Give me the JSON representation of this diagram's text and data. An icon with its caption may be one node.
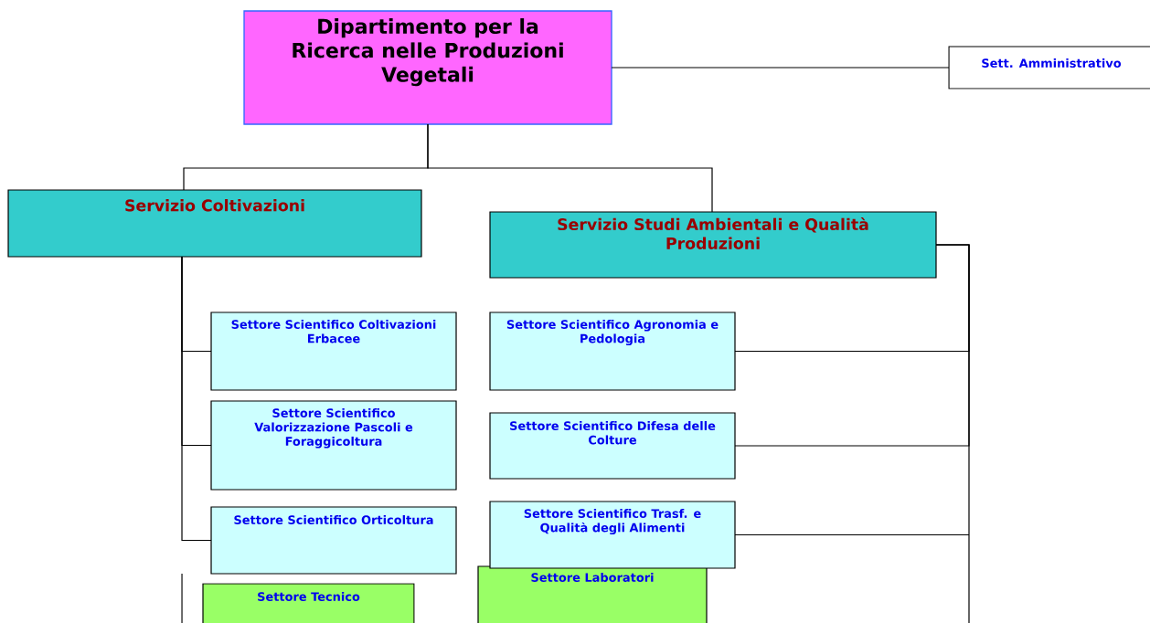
{
  "diagram": {
    "nodes": [
      {
        "text": [
          "Dipartimento per la Ricerca nelle Produzioni Vegetali"
        ]
      },
      {
        "text": [
          "Sett. Amministrativo"
        ]
      },
      {
        "text": [
          "Servizio Coltivazioni"
        ]
      },
      {
        "text": [
          "Servizio Studi Ambientali e Qualità Produzioni"
        ]
      },
      {
        "text": [
          "Settore Scientifico Coltivazioni Erbacee"
        ]
      },
      {
        "text": [
          "Settore Scientifico Valorizzazione Pascoli e Foraggicoltura"
        ]
      },
      {
        "text": [
          "Settore Scientifico Orticoltura"
        ]
      },
      {
        "text": [
          "Settore Tecnico"
        ]
      },
      {
        "text": [
          "Settore Scientifico Agronomia e Pedologia"
        ]
      },
      {
        "text": [
          "Settore Scientifico Difesa delle Colture"
        ]
      },
      {
        "text": [
          "Settore Scientifico Trasf. e Qualità degli Alimenti"
        ]
      },
      {
        "text": [
          "Settore Laboratori"
        ]
      }
    ],
    "edges": [
      {
        "from": 0,
        "to": 1,
        "arrow": "none"
      },
      {
        "from": 0,
        "to": 2,
        "arrow": "none"
      },
      {
        "from": 0,
        "to": 3,
        "arrow": "none"
      },
      {
        "from": 2,
        "to": 4,
        "arrow": "none"
      },
      {
        "from": 2,
        "to": 5,
        "arrow": "none"
      },
      {
        "from": 2,
        "to": 6,
        "arrow": "none"
      },
      {
        "from": 3,
        "to": 8,
        "arrow": "none"
      },
      {
        "from": 3,
        "to": 9,
        "arrow": "none"
      },
      {
        "from": 3,
        "to": 10,
        "arrow": "none"
      }
    ]
  }
}
